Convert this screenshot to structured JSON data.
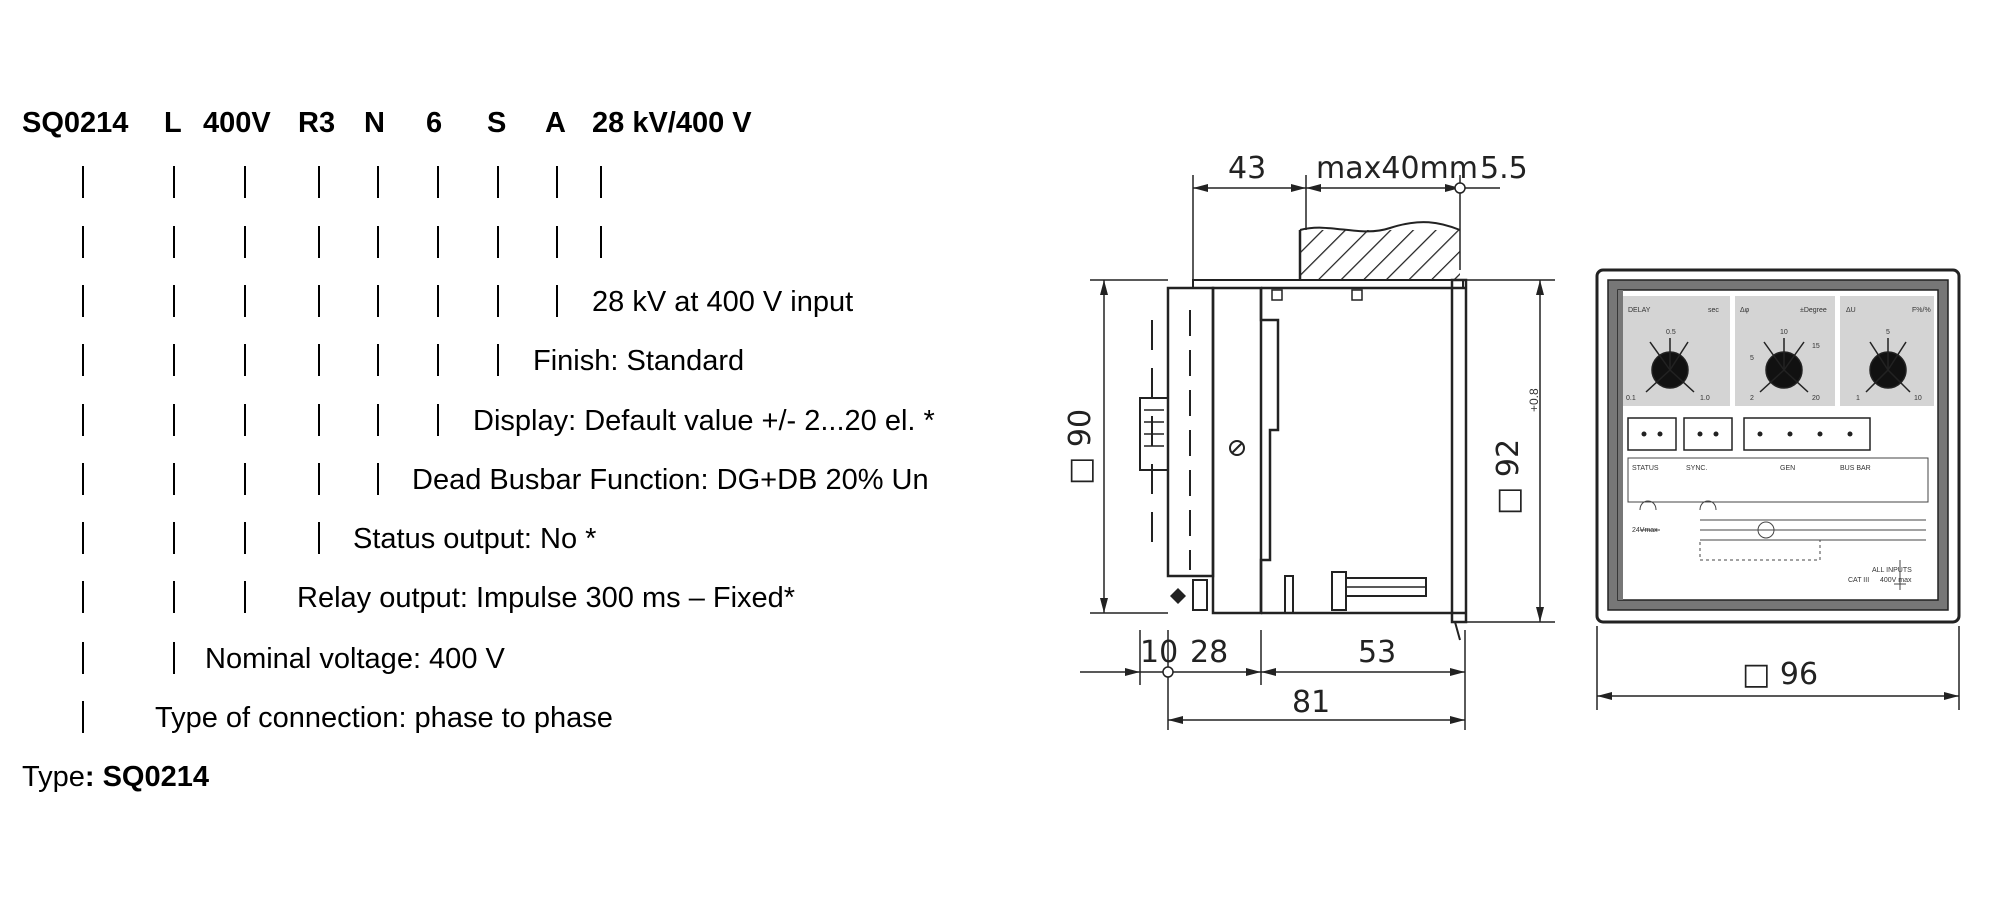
{
  "code": {
    "parts": [
      "SQ0214",
      "L",
      "400V",
      "R3",
      "N",
      "6",
      "S",
      "A",
      "28 kV/400 V"
    ]
  },
  "descriptions": [
    "28 kV at 400 V input",
    "Finish: Standard",
    "Display: Default value +/- 2...20 el. *",
    "Dead Busbar Function: DG+DB 20% Un",
    "Status output: No *",
    "Relay output: Impulse 300 ms – Fixed*",
    "Nominal voltage: 400 V",
    "Type of connection: phase to phase"
  ],
  "type_line": {
    "label": "Type",
    "value": ": SQ0214"
  },
  "drawing": {
    "dims": {
      "d43": "43",
      "max40": "max40mm",
      "d55": "5.5",
      "d90": "□ 90",
      "d92": "□ 92",
      "d92_tol": "+0.8",
      "d10": "10",
      "d28": "28",
      "d53": "53",
      "d81": "81",
      "d96": "□ 96"
    },
    "panel": {
      "delay": "DELAY",
      "sec": "sec",
      "phi": "Δφ",
      "degree": "±Degree",
      "du": "ΔU",
      "pct": "F%/%",
      "delay_ticks": [
        "0.5",
        "0.1",
        "1.0"
      ],
      "phi_ticks": [
        "10",
        "5",
        "15",
        "2",
        "20"
      ],
      "du_ticks": [
        "5",
        "1",
        "10"
      ],
      "status": "STATUS",
      "sync": "SYNC.",
      "gen": "GEN",
      "busbar": "BUS BAR",
      "vmax": "24Vmax",
      "inputs": "ALL INPUTS",
      "cat": "CAT III",
      "vmax2": "400V max"
    }
  }
}
